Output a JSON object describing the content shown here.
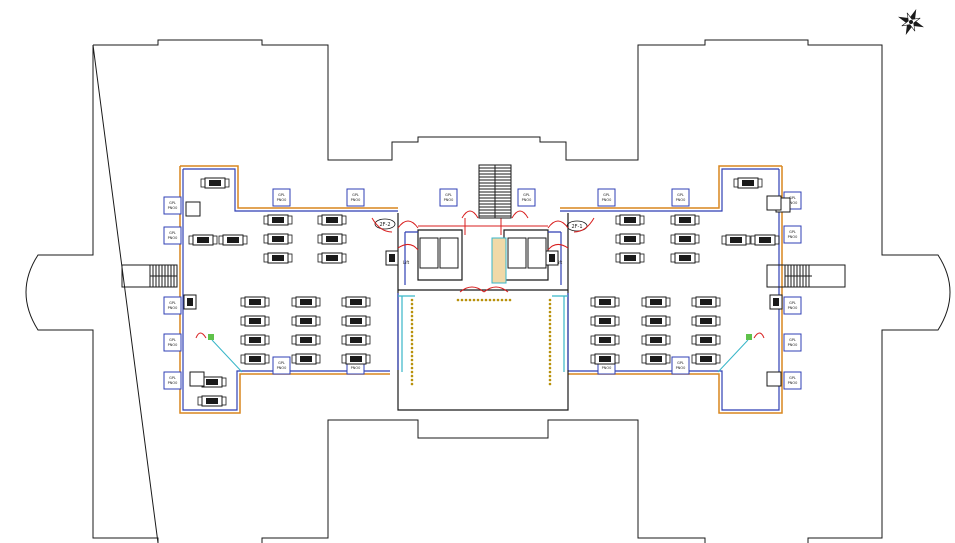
{
  "compass": {
    "icon": "compass-rose-icon"
  },
  "labels": {
    "panel": [
      "GPL",
      "PNO0"
    ],
    "room_tag_left": "2F-2",
    "room_tag_right": "2F-1",
    "lift_left": "Lift",
    "lift_right": "Lift"
  },
  "colors": {
    "outline": "#1a1a1a",
    "wall_outer": "#d9861f",
    "wall_inner": "#2f3fb5",
    "door_arc": "#d81e1e",
    "glass": "#38b6c8",
    "green": "#5fc24a",
    "gold": "#b8900a"
  }
}
